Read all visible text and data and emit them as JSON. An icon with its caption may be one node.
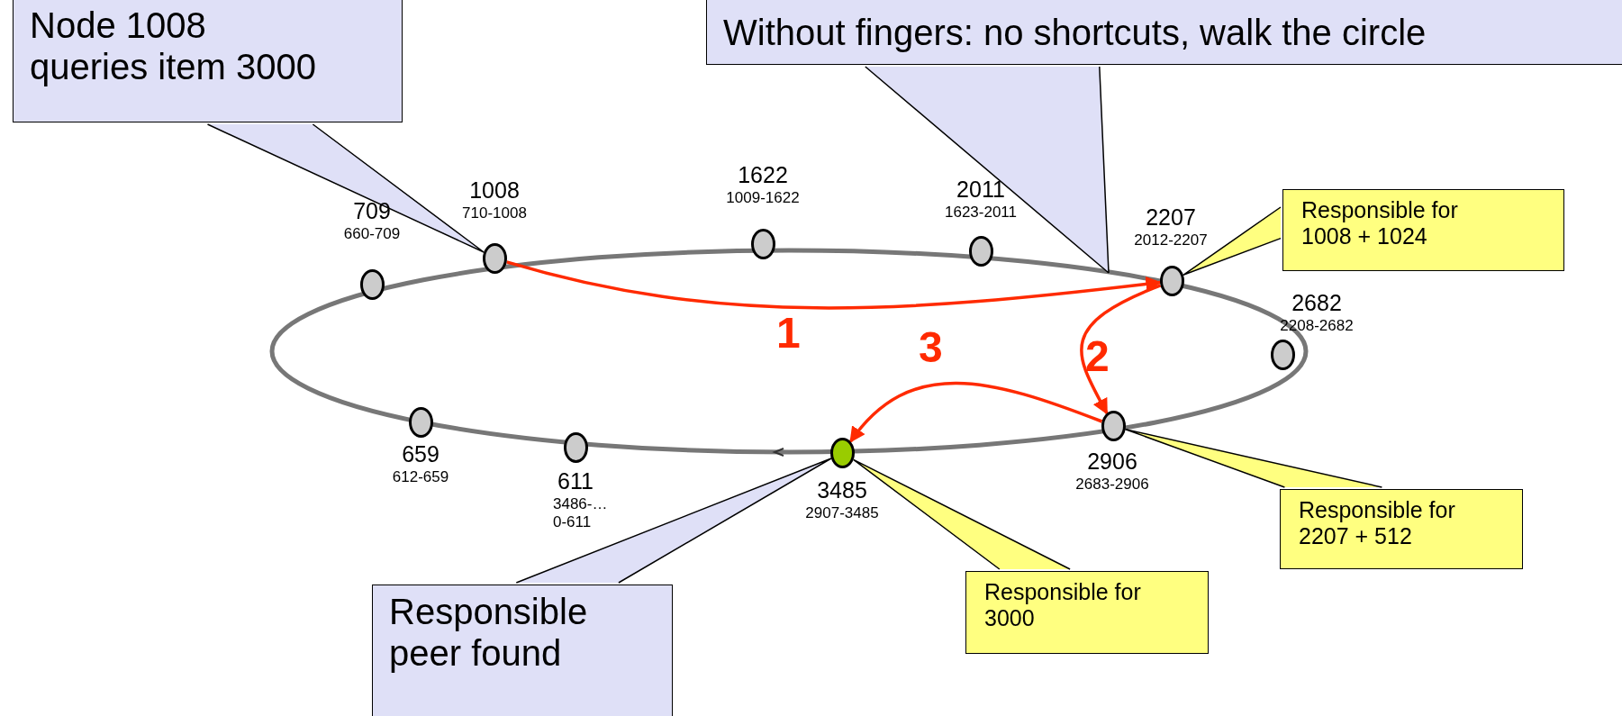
{
  "diagram": {
    "nodes": [
      {
        "text": [
          "Node 1008 queries item 3000"
        ]
      },
      {
        "text": [
          "Without fingers: no shortcuts, walk the circle"
        ]
      },
      {
        "text": [],
        "shape": "circle",
        "beside": [
          "709",
          "660-709"
        ]
      },
      {
        "text": [],
        "shape": "circle",
        "beside": [
          "1008",
          "710-1008"
        ]
      },
      {
        "text": [],
        "shape": "circle",
        "beside": [
          "1622",
          "1009-1622"
        ]
      },
      {
        "text": [],
        "shape": "circle",
        "beside": [
          "2011",
          "1623-2011"
        ]
      },
      {
        "text": [],
        "shape": "circle",
        "beside": [
          "2207",
          "2012-2207"
        ]
      },
      {
        "text": [],
        "shape": "circle",
        "beside": [
          "2682",
          "2208-2682"
        ]
      },
      {
        "text": [],
        "shape": "circle",
        "beside": [
          "2906",
          "2683-2906"
        ]
      },
      {
        "text": [],
        "shape": "circle",
        "beside": [
          "3485",
          "2907-3485"
        ]
      },
      {
        "text": [],
        "shape": "circle",
        "beside": [
          "611",
          "3486-… 0-611"
        ]
      },
      {
        "text": [],
        "shape": "circle",
        "beside": [
          "659",
          "612-659"
        ]
      },
      {
        "text": [
          "Responsible for 1008 + 1024"
        ]
      },
      {
        "text": [
          "Responsible for 2207 + 512"
        ]
      },
      {
        "text": [
          "Responsible for 3000"
        ]
      },
      {
        "text": [
          "Responsible peer found"
        ]
      }
    ],
    "edges": [
      {
        "from": 0,
        "to": 3,
        "arrow": "none"
      },
      {
        "from": 1,
        "to": null,
        "arrow": "none"
      },
      {
        "from": 12,
        "to": 6,
        "arrow": "none"
      },
      {
        "from": 13,
        "to": 8,
        "arrow": "none"
      },
      {
        "from": 14,
        "to": 9,
        "arrow": "none"
      },
      {
        "from": 15,
        "to": 9,
        "arrow": "none"
      },
      {
        "from": 3,
        "to": 6,
        "arrow": "to",
        "label": "1",
        "color": "#ff2a00"
      },
      {
        "from": 6,
        "to": 8,
        "arrow": "to",
        "label": "2",
        "color": "#ff2a00"
      },
      {
        "from": 8,
        "to": 9,
        "arrow": "to",
        "label": "3",
        "color": "#ff2a00"
      }
    ]
  }
}
